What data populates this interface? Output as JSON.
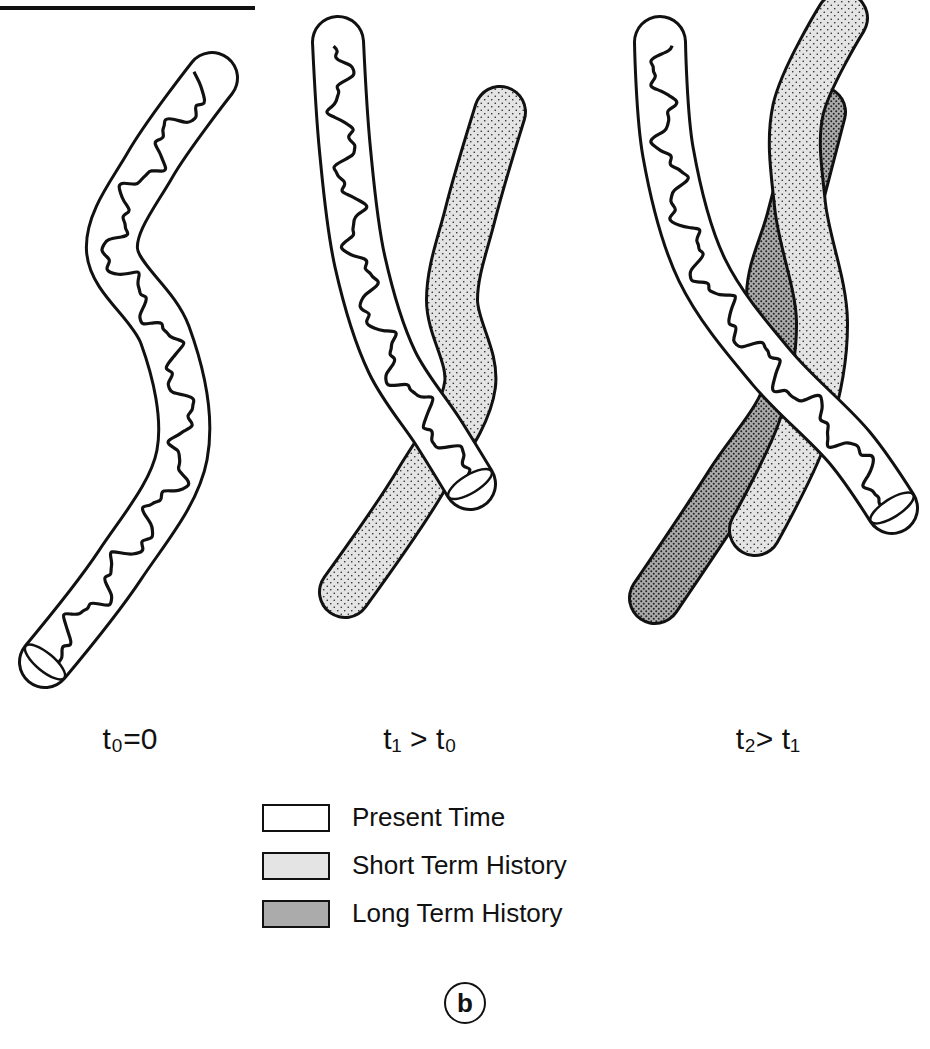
{
  "diagram": {
    "nodes": [
      {
        "text": [
          "b"
        ]
      }
    ],
    "labels": [
      "t₀=0",
      "t₁ > t₀",
      "t₂> t₁"
    ],
    "legend": [
      {
        "text": "Present Time",
        "color": "#ffffff"
      },
      {
        "text": "Short Term History",
        "color": "#e4e4e4"
      },
      {
        "text": "Long Term History",
        "color": "#ababab"
      }
    ]
  }
}
